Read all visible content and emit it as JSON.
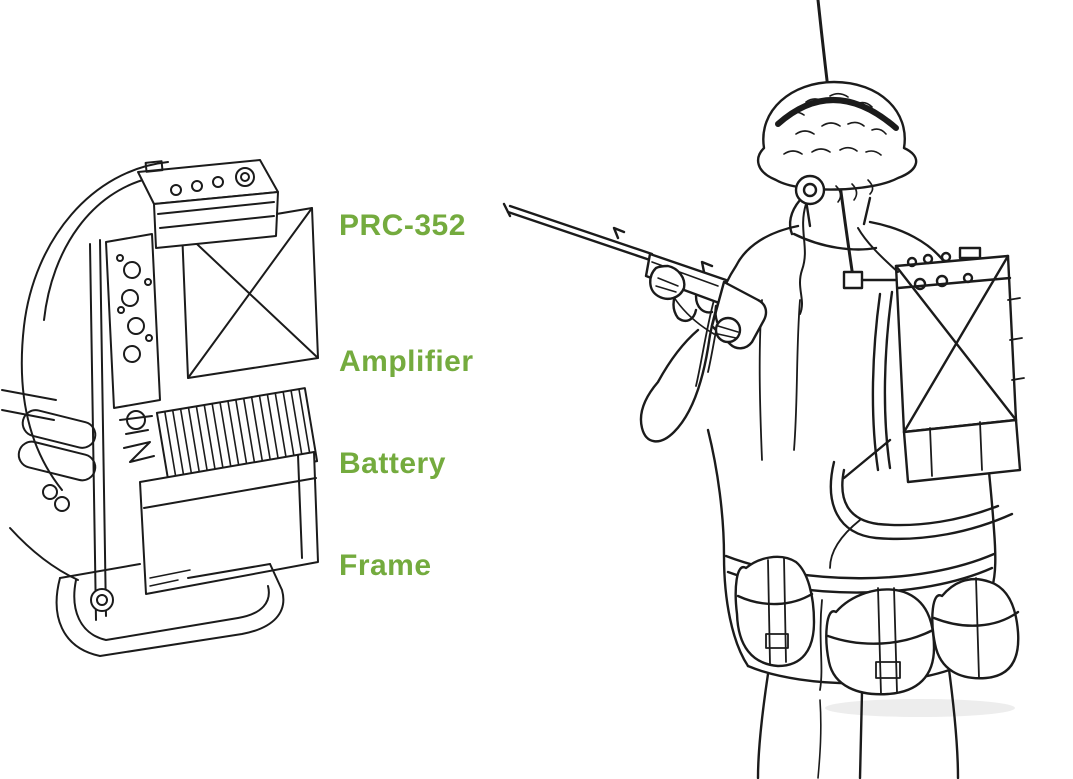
{
  "page": {
    "background_color": "#ffffff"
  },
  "labels": {
    "color": "#74ab3e",
    "items": [
      {
        "id": "prc-352",
        "text": "PRC-352"
      },
      {
        "id": "amplifier",
        "text": "Amplifier"
      },
      {
        "id": "battery",
        "text": "Battery"
      },
      {
        "id": "frame",
        "text": "Frame"
      }
    ]
  },
  "figures": {
    "left": {
      "name": "radio-stack-illustration"
    },
    "right": {
      "name": "soldier-with-manpack-radio-illustration"
    }
  }
}
